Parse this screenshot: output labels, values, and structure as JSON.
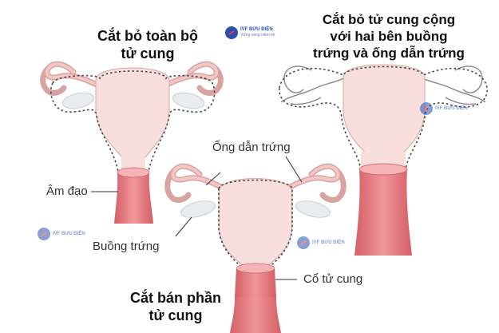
{
  "titles": {
    "total_hysterectomy": "Cắt bỏ toàn bộ\ntử cung",
    "radical_hysterectomy": "Cắt bỏ tử cung cộng\nvới hai bên buồng\ntrứng và ống dẫn trứng",
    "partial_hysterectomy": "Cắt bán phần\ntử cung"
  },
  "labels": {
    "vagina": "Âm đạo",
    "fallopian_tube": "Ống dẫn trứng",
    "ovary": "Buồng trứng",
    "cervix": "Cổ tử cung"
  },
  "logo": {
    "brand": "IVF BƯU ĐIỆN",
    "tagline": "Vững vàng niềm tin"
  },
  "colors": {
    "uterus_fill": "#f8dedd",
    "uterus_outline": "#d7a4a2",
    "tube_fill": "#f3c7c6",
    "vagina_fill": "#e77f82",
    "vagina_dark": "#cf5d62",
    "ovary_fill": "#e9ecef",
    "dotted": "#444444",
    "logo_blue": "#2a4fb0",
    "logo_red": "#e23b3b"
  }
}
